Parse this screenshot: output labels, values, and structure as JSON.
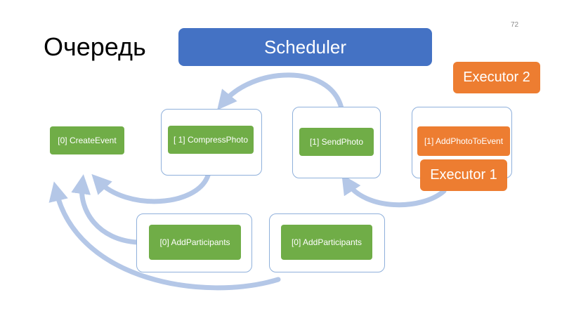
{
  "slide": {
    "title": "Очередь",
    "page_number": "72"
  },
  "scheduler": {
    "label": "Scheduler"
  },
  "tasks": [
    {
      "label": "[0] CreateEvent"
    },
    {
      "label": "[ 1] CompressPhoto"
    },
    {
      "label": "[1] SendPhoto"
    },
    {
      "label": "[1] AddPhotoToEvent"
    },
    {
      "label": "[0] AddParticipants"
    },
    {
      "label": "[0] AddParticipants"
    }
  ],
  "executors": [
    {
      "label": "Executor 2"
    },
    {
      "label": "Executor 1"
    }
  ],
  "colors": {
    "scheduler": "#4472c4",
    "task": "#70ad47",
    "executor": "#ed7d31",
    "arrow": "#b4c7e7",
    "frame_border": "#8fb0db"
  }
}
